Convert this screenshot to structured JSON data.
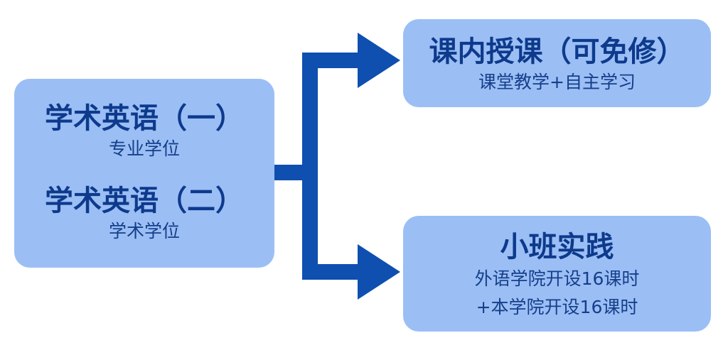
{
  "left_box": {
    "title_1": "学术英语（一）",
    "sub_1": "专业学位",
    "title_2": "学术英语（二）",
    "sub_2": "学术学位"
  },
  "top_box": {
    "title": "课内授课（可免修）",
    "sub": "课堂教学+自主学习"
  },
  "bottom_box": {
    "title": "小班实践",
    "sub_1": "外语学院开设16课时",
    "sub_2": "+本学院开设16课时"
  },
  "colors": {
    "box_fill": "#9bbff5",
    "arrow": "#0e4fb0",
    "text": "#0e3a8c"
  }
}
